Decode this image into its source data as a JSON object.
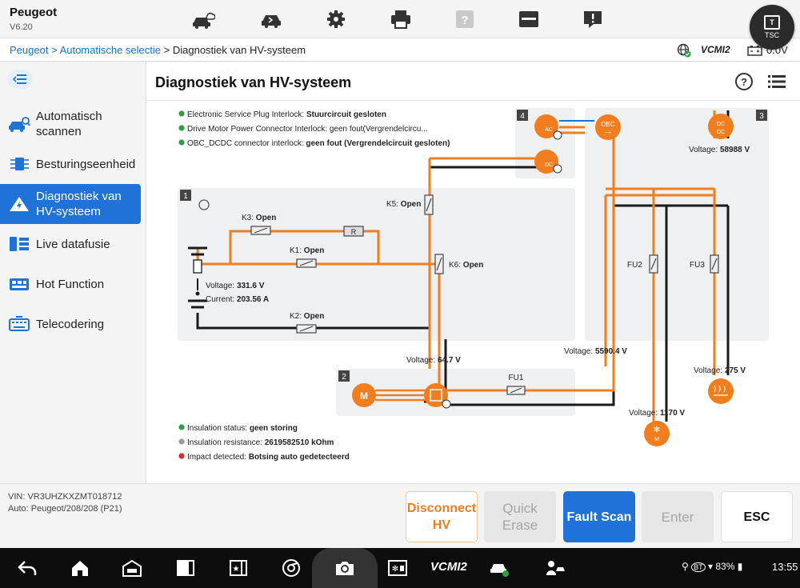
{
  "app": {
    "title": "Peugeot",
    "version": "V6.20"
  },
  "toolbar": {
    "icons": [
      "car-cloud-icon",
      "car-repair-icon",
      "gear-icon",
      "printer-icon",
      "help-disabled-icon",
      "archive-icon",
      "alert-icon"
    ],
    "tsc_label": "TSC"
  },
  "breadcrumb": {
    "items": [
      "Peugeot",
      "Automatische selectie",
      "Diagnostiek van HV-systeem"
    ],
    "separator": ">"
  },
  "status": {
    "vci_label": "VCMI2",
    "battery_voltage": "0.0V"
  },
  "sidebar": {
    "items": [
      {
        "label": "Automatisch scannen",
        "icon": "car-scan-icon",
        "active": false
      },
      {
        "label": "Besturingseenheid",
        "icon": "ecu-icon",
        "active": false
      },
      {
        "label": "Diagnostiek van HV-systeem",
        "icon": "hv-warning-icon",
        "active": true
      },
      {
        "label": "Live datafusie",
        "icon": "live-data-icon",
        "active": false
      },
      {
        "label": "Hot Function",
        "icon": "hot-function-icon",
        "active": false
      },
      {
        "label": "Telecodering",
        "icon": "keyboard-icon",
        "active": false
      }
    ]
  },
  "main": {
    "title": "Diagnostiek van HV-systeem"
  },
  "status_lines_top": [
    {
      "label": "Electronic Service Plug Interlock: ",
      "value": "Stuurcircuit gesloten",
      "color": "#2ea043"
    },
    {
      "label": "Drive Motor Power Connector Interlock: geen fout(Vergrendelcircu...",
      "value": "",
      "color": "#2ea043"
    },
    {
      "label": "OBC_DCDC connector interlock: ",
      "value": "geen fout (Vergrendelcircuit gesloten)",
      "color": "#2ea043"
    }
  ],
  "status_lines_bottom": [
    {
      "label": "Insulation status: ",
      "value": "geen storing",
      "color": "#2ea043"
    },
    {
      "label": "Insulation resistance: ",
      "value": "2619582510 kOhm",
      "color": "#999999"
    },
    {
      "label": "Impact detected: ",
      "value": "Botsing auto gedetecteerd",
      "color": "#d0312d"
    }
  ],
  "diagram": {
    "blocks": [
      "1",
      "2",
      "3",
      "4"
    ],
    "relays": [
      {
        "name": "K3",
        "state": "Open"
      },
      {
        "name": "K1",
        "state": "Open"
      },
      {
        "name": "K2",
        "state": "Open"
      },
      {
        "name": "K5",
        "state": "Open"
      },
      {
        "name": "K6",
        "state": "Open"
      }
    ],
    "resistor_label": "R",
    "battery": {
      "voltage_label": "Voltage:",
      "voltage": "331.6 V",
      "current_label": "Current:",
      "current": "203.56 A"
    },
    "fuses": [
      "FU1",
      "FU2",
      "FU3"
    ],
    "voltages": {
      "dcdc": "58988 V",
      "bus": "64.7 V",
      "obc_bus": "5590.4 V",
      "heater": "275 V",
      "compressor": "1170 V"
    },
    "voltage_label": "Voltage:",
    "components": {
      "motor": "M",
      "obc": "OBC",
      "dcdc": "DC",
      "ac": "AC",
      "compressor": "M"
    },
    "colors": {
      "hv": "#f07d1e",
      "lv": "#1a1a1a",
      "block_bg": "#eef0f2"
    }
  },
  "footer": {
    "vin": "VIN: VR3UHZKXZMT018712",
    "vehicle": "Auto: Peugeot/208/208 (P21)",
    "buttons": {
      "disconnect_l1": "Disconnect",
      "disconnect_l2": "HV",
      "quickerase_l1": "Quick",
      "quickerase_l2": "Erase",
      "faultscan": "Fault Scan",
      "enter": "Enter",
      "esc": "ESC"
    }
  },
  "navbar": {
    "vcmi": "VCMI2",
    "battery": "83%",
    "time": "13:55",
    "bt": "BT"
  }
}
